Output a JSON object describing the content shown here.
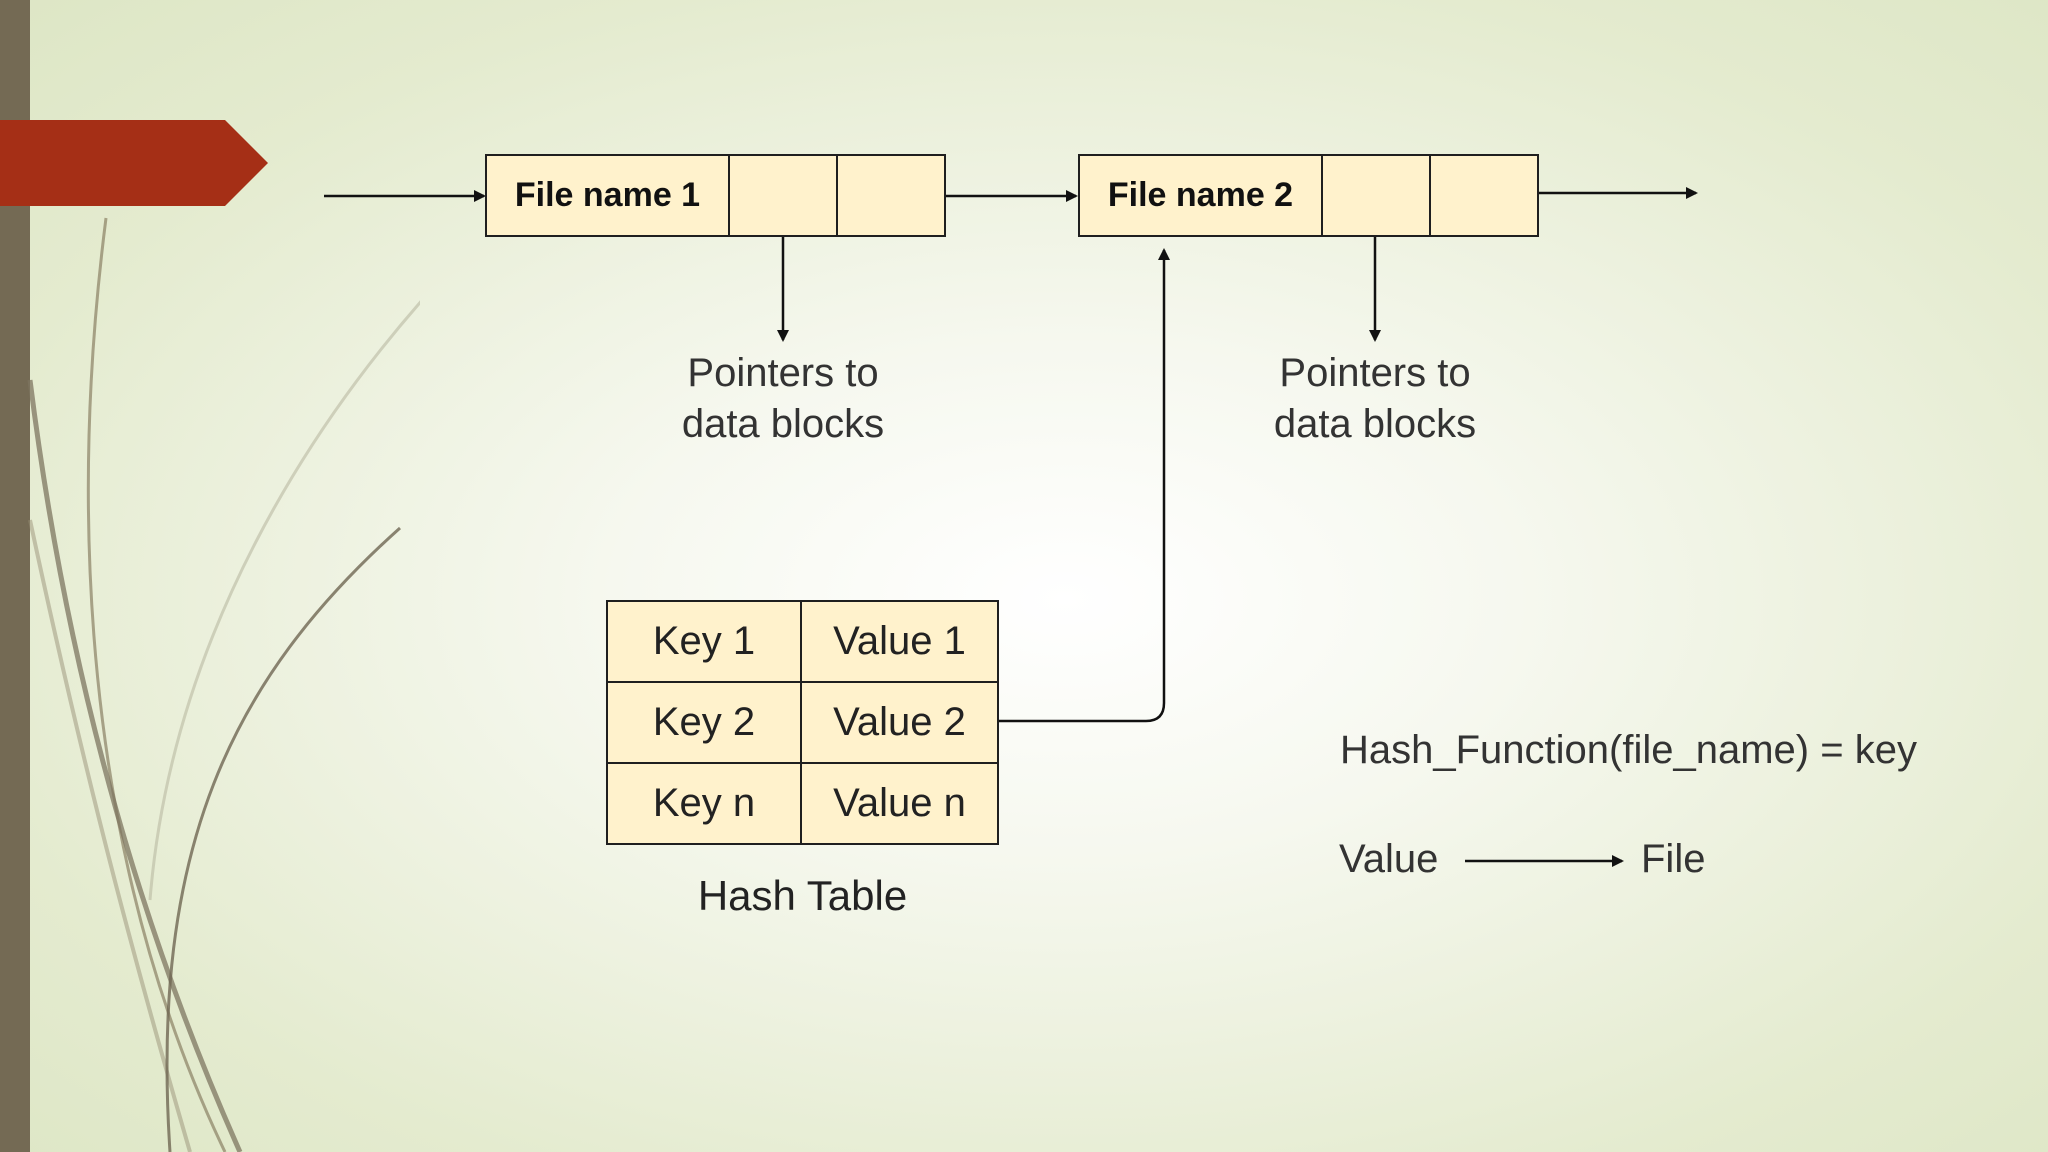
{
  "linked_list": {
    "nodes": [
      {
        "label": "File name 1"
      },
      {
        "label": "File name 2"
      }
    ],
    "pointer_captions": [
      {
        "line1": "Pointers to",
        "line2": "data blocks"
      },
      {
        "line1": "Pointers to",
        "line2": "data blocks"
      }
    ]
  },
  "hash_table": {
    "title": "Hash Table",
    "rows": [
      {
        "key": "Key 1",
        "value": "Value 1"
      },
      {
        "key": "Key 2",
        "value": "Value 2"
      },
      {
        "key": "Key n",
        "value": "Value n"
      }
    ]
  },
  "legend": {
    "formula": "Hash_Function(file_name) = key",
    "mapping_from": "Value",
    "mapping_to": "File"
  },
  "colors": {
    "cell_fill": "#fff2cc",
    "accent_red": "#a52f16",
    "side_bar": "#746a54"
  }
}
